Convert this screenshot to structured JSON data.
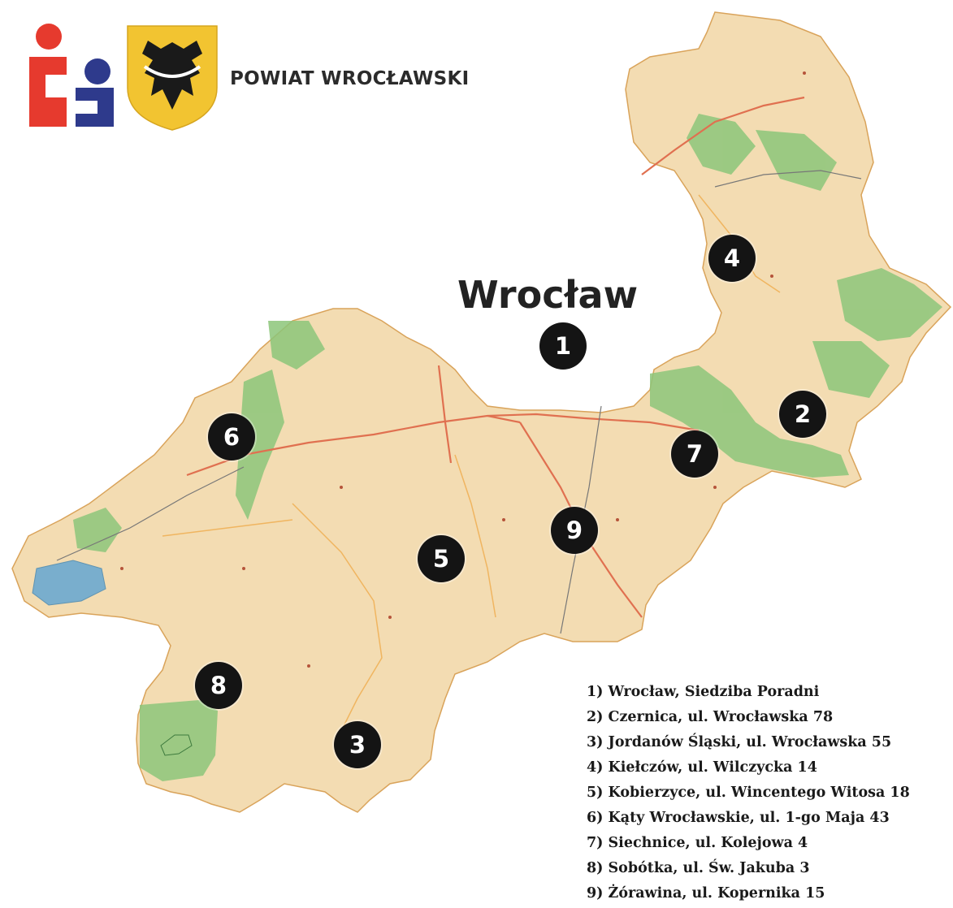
{
  "header": {
    "title": "POWIAT WROCŁAWSKI"
  },
  "map": {
    "city_label": "Wrocław",
    "colors": {
      "land": "#f3dcb2",
      "forest": "#8cc67a",
      "water": "#79aecd",
      "road": "#e07050",
      "logo_red": "#e63a2e",
      "logo_blue": "#2e3a8c",
      "crest_gold": "#f2c431"
    },
    "markers": [
      {
        "number": "1"
      },
      {
        "number": "2"
      },
      {
        "number": "3"
      },
      {
        "number": "4"
      },
      {
        "number": "5"
      },
      {
        "number": "6"
      },
      {
        "number": "7"
      },
      {
        "number": "8"
      },
      {
        "number": "9"
      }
    ]
  },
  "legend": {
    "items": [
      "1) Wrocław, Siedziba Poradni",
      "2) Czernica, ul. Wrocławska 78",
      "3) Jordanów Śląski, ul. Wrocławska 55",
      "4) Kiełczów, ul. Wilczycka 14",
      "5) Kobierzyce, ul. Wincentego Witosa 18",
      "6) Kąty Wrocławskie, ul. 1-go Maja 43",
      "7) Siechnice, ul. Kolejowa 4",
      "8) Sobótka, ul. Św. Jakuba 3",
      "9) Żórawina, ul. Kopernika 15"
    ]
  }
}
